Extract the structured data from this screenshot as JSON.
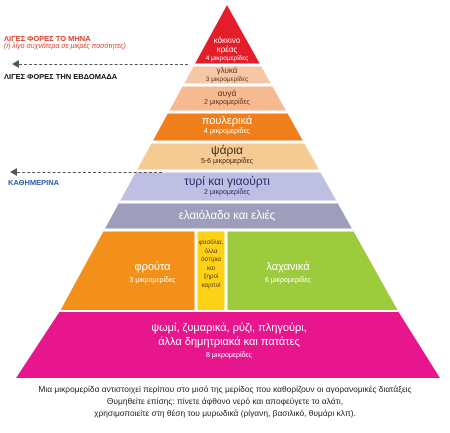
{
  "side_labels": {
    "monthly": "ΛΙΓΕΣ ΦΟΡΕΣ ΤΟ ΜΗΝΑ",
    "monthly_note": "(ή λίγο συχνότερα σε μικρές ποσότητες)",
    "weekly": "ΛΙΓΕΣ ΦΟΡΕΣ ΤΗΝ ΕΒΔΟΜΑΔΑ",
    "daily": "ΚΑΘΗΜΕΡΙΝΑ"
  },
  "colors": {
    "red_meat": "#e31e2a",
    "sweets": "#f6c7a6",
    "eggs": "#f7b98f",
    "poultry": "#f07e1b",
    "fish": "#f6cb93",
    "dairy": "#bfbfe3",
    "olive_oil": "#9e9dbc",
    "fruits": "#f39019",
    "legumes": "#fcd116",
    "vegetables": "#9ccb3b",
    "grains": "#e7168c",
    "side_monthly": "#e0402a",
    "side_weekly": "#111111",
    "side_daily": "#2e5aa8"
  },
  "tiers": {
    "red_meat": {
      "title_1": "κόκκινο",
      "title_2": "κρέας",
      "servings": "4 μικρομερίδες"
    },
    "sweets": {
      "title": "γλυκά",
      "servings": "3 μικρομερίδες"
    },
    "eggs": {
      "title": "αυγά",
      "servings": "2 μικρομερίδες"
    },
    "poultry": {
      "title": "πουλερικά",
      "servings": "4 μικρομερίδες"
    },
    "fish": {
      "title": "ψάρια",
      "servings": "5-6 μικρομερίδες"
    },
    "dairy": {
      "title": "τυρί και γιαούρτι",
      "servings": "2 μικρομερίδες"
    },
    "olive_oil": {
      "title": "ελαιόλαδο και ελιές"
    },
    "fruits": {
      "title": "φρούτα",
      "servings": "3 μικρομερίδες"
    },
    "legumes": {
      "lines": [
        "φασόλια,",
        "όλλα",
        "όσπρια",
        "και",
        "ξηροί",
        "καρποί"
      ]
    },
    "vegetables": {
      "title": "λαχανικά",
      "servings": "6 μικρομερίδες"
    },
    "grains": {
      "title_1": "ψωμί, ζυμαρικά, ρύζι, πληγούρι,",
      "title_2": "άλλα δημητριακά και πατάτες",
      "servings": "8 μικρομερίδες"
    }
  },
  "footer": {
    "line_1": "Μια μικρομερίδα αντιστοιχεί περίπου στο μισό της μερίδος που καθορίζουν οι αγορανομικές διατάξεις",
    "line_2": "Θυμηθείτε επίσης: πίνετε άφθονο νερό και αποφεύγετε το αλάτι,",
    "line_3": "χρησιμοποιείτε στη θέση του μυρωδικά (ρίγανη, βασιλικό, θυμάρι κλπ)."
  }
}
